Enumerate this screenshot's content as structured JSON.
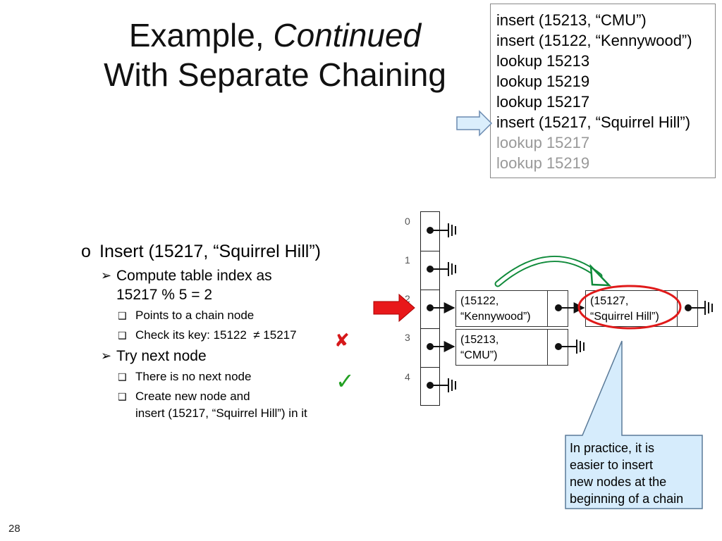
{
  "slide": {
    "title_line1_plain": "Example, ",
    "title_line1_italic": "Continued",
    "title_line2": "With Separate Chaining",
    "page_number": "28"
  },
  "operations": [
    {
      "text": "insert (15213, “CMU”)",
      "dim": false
    },
    {
      "text": "insert (15122, “Kennywood”)",
      "dim": false
    },
    {
      "text": "lookup 15213",
      "dim": false
    },
    {
      "text": "lookup 15219",
      "dim": false
    },
    {
      "text": "lookup 15217",
      "dim": false
    },
    {
      "text": "insert (15217, “Squirrel Hill”)",
      "dim": false
    },
    {
      "text": "lookup 15217",
      "dim": true
    },
    {
      "text": "lookup 15219",
      "dim": true
    }
  ],
  "bullets": {
    "b1_marker": "o",
    "b1_text": "Insert (15217, “Squirrel Hill”)",
    "b2a_marker": "➢",
    "b2a_text_line1": "Compute table index as",
    "b2a_text_line2": "15217 % 5 = 2",
    "b3_marker": "❑",
    "b3a_text": "Points to a chain node",
    "b3b_text": "Check its key: 15122  ≠ 15217",
    "b2b_text": "Try next node",
    "b3c_text": "There is no next node",
    "b3d_text_line1": "Create new node and",
    "b3d_text_line2": "insert (15217, “Squirrel Hill”) in it",
    "cross_mark": "✘",
    "check_mark": "✓"
  },
  "hash_table": {
    "indices": [
      "0",
      "1",
      "2",
      "3",
      "4"
    ]
  },
  "nodes": {
    "kennywood_line1": "(15122,",
    "kennywood_line2": "“Kennywood”)",
    "cmu_line1": "(15213,",
    "cmu_line2": "“CMU”)",
    "squirrel_line1": "(15127,",
    "squirrel_line2": "“Squirrel Hill”)"
  },
  "callout": {
    "line1": "In practice, it is",
    "line2": "easier to insert",
    "line3": "new nodes at the",
    "line4": "beginning of a chain"
  },
  "colors": {
    "callout_fill": "#d6ecfc",
    "callout_border": "#5a7a98",
    "green_arrow": "#0f8a3a",
    "red_arrow": "#e8181a",
    "red_ellipse": "#e01a1a",
    "cross": "#d6181a",
    "check": "#22a022",
    "pointer_arrow_fill": "#dbeefc",
    "dim_text": "#999999"
  }
}
